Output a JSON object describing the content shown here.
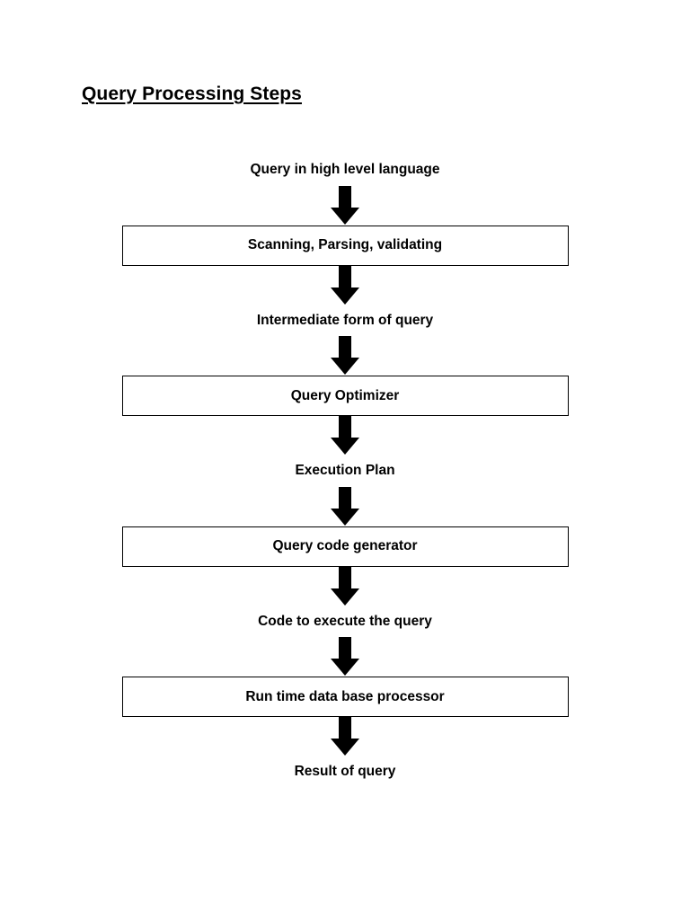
{
  "document": {
    "title": "Query Processing Steps"
  },
  "diagram": {
    "type": "flowchart",
    "orientation": "vertical",
    "colors": {
      "stroke": "#000000",
      "fill": "#ffffff",
      "arrow": "#000000",
      "text": "#000000"
    },
    "nodes": [
      {
        "kind": "label",
        "text": "Query in high level language"
      },
      {
        "kind": "arrow",
        "icon": "down-arrow-icon"
      },
      {
        "kind": "box",
        "text": "Scanning, Parsing, validating"
      },
      {
        "kind": "arrow",
        "icon": "down-arrow-icon"
      },
      {
        "kind": "label",
        "text": "Intermediate form of query"
      },
      {
        "kind": "arrow",
        "icon": "down-arrow-icon"
      },
      {
        "kind": "box",
        "text": "Query Optimizer"
      },
      {
        "kind": "arrow",
        "icon": "down-arrow-icon"
      },
      {
        "kind": "label",
        "text": "Execution Plan"
      },
      {
        "kind": "arrow",
        "icon": "down-arrow-icon"
      },
      {
        "kind": "box",
        "text": "Query code generator"
      },
      {
        "kind": "arrow",
        "icon": "down-arrow-icon"
      },
      {
        "kind": "label",
        "text": "Code to execute the query"
      },
      {
        "kind": "arrow",
        "icon": "down-arrow-icon"
      },
      {
        "kind": "box",
        "text": "Run time data base processor"
      },
      {
        "kind": "arrow",
        "icon": "down-arrow-icon"
      },
      {
        "kind": "label",
        "text": "Result of query"
      }
    ]
  }
}
